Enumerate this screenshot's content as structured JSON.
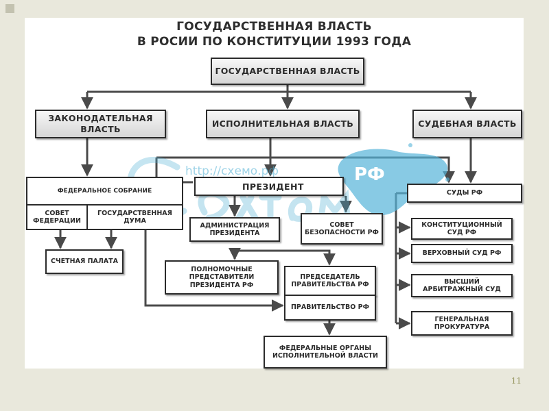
{
  "title": {
    "line1": "ГОСУДАРСТВЕННАЯ ВЛАСТЬ",
    "line2": "В РОСИИ ПО КОНСТИТУЦИИ 1993 ГОДА"
  },
  "nodes": {
    "state_power": "ГОСУДАРСТВЕННАЯ ВЛАСТЬ",
    "legislative": "ЗАКОНОДАТЕЛЬНАЯ ВЛАСТЬ",
    "executive": "ИСПОЛНИТЕЛЬНАЯ ВЛАСТЬ",
    "judicial": "СУДЕБНАЯ ВЛАСТЬ",
    "federal_assembly": "ФЕДЕРАЛЬНОЕ СОБРАНИЕ",
    "federation_council": "СОВЕТ ФЕДЕРАЦИИ",
    "state_duma": "ГОСУДАРСТВЕННАЯ ДУМА",
    "accounts_chamber": "СЧЕТНАЯ ПАЛАТА",
    "president": "ПРЕЗИДЕНТ",
    "presidential_administration": "АДМИНИСТРАЦИЯ ПРЕЗИДЕНТА",
    "security_council": "СОВЕТ БЕЗОПАСНОСТИ РФ",
    "plenipotentiaries": "ПОЛНОМОЧНЫЕ ПРЕДСТАВИТЕЛИ ПРЕЗИДЕНТА РФ",
    "government_chairman": "ПРЕДСЕДАТЕЛЬ ПРАВИТЕЛЬСТВА РФ",
    "government": "ПРАВИТЕЛЬСТВО РФ",
    "federal_executive_bodies": "ФЕДЕРАЛЬНЫЕ ОРГАНЫ ИСПОЛНИТЕЛЬНОЙ ВЛАСТИ",
    "courts": "СУДЫ РФ",
    "constitutional_court": "КОНСТИТУЦИОННЫЙ СУД РФ",
    "supreme_court": "ВЕРХОВНЫЙ СУД РФ",
    "arbitration_court": "ВЫСШИЙ АРБИТРАЖНЫЙ СУД",
    "prosecutor_office": "ГЕНЕРАЛЬНАЯ ПРОКУРАТУРА"
  },
  "watermark": {
    "url": "http://схемо.рф",
    "badge": "РФ",
    "color": "#4fb0d4"
  },
  "page_number": "11",
  "colors": {
    "background": "#e9e8dc",
    "panel": "#ffffff",
    "line": "#4a4a4a",
    "page_number": "#9a9a66"
  }
}
